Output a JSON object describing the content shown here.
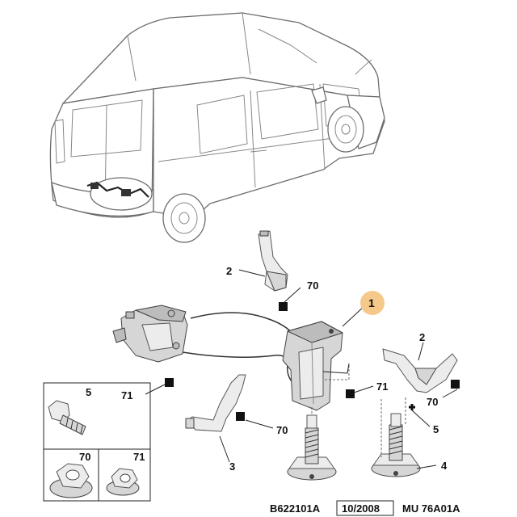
{
  "callouts": {
    "c1": "1",
    "c2_top": "2",
    "c2_right": "2",
    "c3": "3",
    "c4": "4",
    "c5": "5",
    "c70_top": "70",
    "c70_mid": "70",
    "c70_right": "70",
    "c71_left": "71",
    "c71_mid": "71"
  },
  "legend": {
    "item_5": "5",
    "item_70": "70",
    "item_71": "71"
  },
  "footer": {
    "diagram_ref": "B622101A",
    "date": "10/2008",
    "model_ref": "MU 76A01A"
  },
  "colors": {
    "highlight_callout": "#f5c98a",
    "marker": "#111111"
  }
}
